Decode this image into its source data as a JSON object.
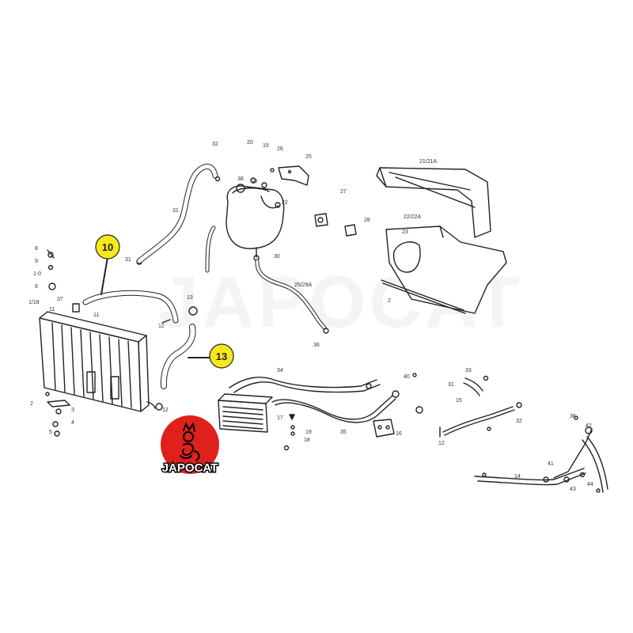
{
  "watermark": "JAPOCAT",
  "logo": {
    "text": "JAPOCAT",
    "color": "#e0201b"
  },
  "callouts": [
    {
      "id": "10",
      "color": "#f6e81c"
    },
    {
      "id": "13",
      "color": "#f6e81c"
    }
  ],
  "part_labels": [
    "8",
    "9",
    "1-0",
    "6",
    "1/18",
    "11",
    "37",
    "11",
    "31",
    "12",
    "13",
    "31",
    "32",
    "2",
    "3",
    "4",
    "5",
    "12",
    "20",
    "15",
    "26",
    "25",
    "38",
    "37",
    "22",
    "27",
    "28",
    "30",
    "25/29A",
    "36",
    "21/21A",
    "22/22A",
    "23",
    "2",
    "34",
    "35",
    "40",
    "16",
    "17",
    "19",
    "18",
    "12",
    "32",
    "15",
    "33",
    "31",
    "36",
    "41",
    "42",
    "43",
    "44",
    "14"
  ]
}
